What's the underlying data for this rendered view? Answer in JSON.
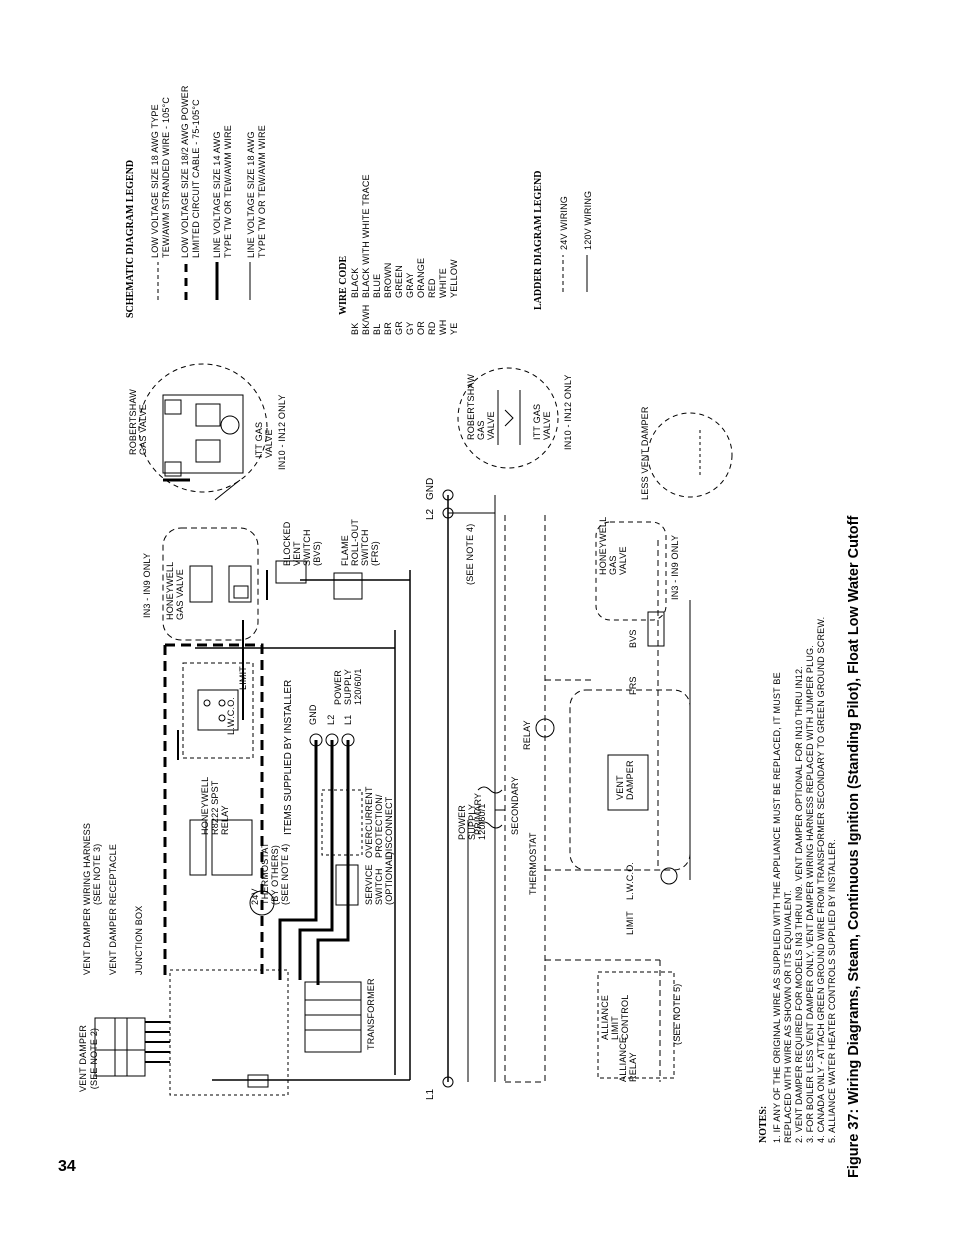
{
  "page": {
    "number": "34"
  },
  "figure": {
    "caption": "Figure 37: Wiring Diagrams, Steam, Continuous Ignition (Standing Pilot), Float Low Water Cutoff"
  },
  "schematic_legend": {
    "title": "SCHEMATIC DIAGRAM LEGEND",
    "items": [
      {
        "l1": "LOW VOLTAGE SIZE 18 AWG TYPE",
        "l2": "TEW/AWM STRANDED WIRE - 105°C"
      },
      {
        "l1": "LOW VOLTAGE SIZE 18/2 AWG POWER",
        "l2": "LIMITED CIRCUIT CABLE - 75-105°C"
      },
      {
        "l1": "LINE VOLTAGE SIZE 14 AWG",
        "l2": "TYPE TW OR TEW/AWM WIRE"
      },
      {
        "l1": "LINE VOLTAGE SIZE 18 AWG",
        "l2": "TYPE TW OR TEW/AWM WIRE"
      }
    ]
  },
  "wire_code": {
    "title": "WIRE CODE",
    "codes": [
      "BK",
      "BK/WH",
      "BL",
      "BR",
      "GR",
      "GY",
      "OR",
      "RD",
      "WH",
      "YE"
    ],
    "colors": [
      "BLACK",
      "BLACK WITH WHITE TRACE",
      "BLUE",
      "BROWN",
      "GREEN",
      "GRAY",
      "ORANGE",
      "RED",
      "WHITE",
      "YELLOW"
    ]
  },
  "ladder_legend": {
    "title": "LADDER DIAGRAM LEGEND",
    "items": [
      "24V WIRING",
      "120V WIRING"
    ]
  },
  "schematic": {
    "vent_damper": "VENT DAMPER",
    "see_note_2": "(SEE NOTE 2)",
    "harness": "VENT DAMPER WIRING HARNESS",
    "harness_note": "(SEE NOTE 3)",
    "receptacle": "VENT DAMPER RECEPTACLE",
    "junction_box": "JUNCTION BOX",
    "transformer": "TRANSFORMER",
    "relay": "HONEYWELL R8222 SPST RELAY",
    "thermostat": "24V THERMOSTAT (BY OTHERS)",
    "lwco": "L.W.C.O.",
    "limit": "LIMIT",
    "items_by_installer": "ITEMS SUPPLIED BY INSTALLER",
    "gnd": "GND",
    "l2": "L2",
    "l1": "L1",
    "power_supply": "POWER SUPPLY 120/60/1",
    "service_switch": "SERVICE SWITCH (OPTIONAL)",
    "overcurrent": "OVERCURRENT PROTECTION/ DISCONNECT",
    "honeywell_valve": "HONEYWELL GAS VALVE",
    "in3_in9": "IN3 - IN9 ONLY",
    "bvs": "BLOCKED VENT SWITCH (BVS)",
    "frs": "FLAME ROLL-OUT SWITCH (FRS)",
    "robertshaw": "ROBERTSHAW GAS VALVE",
    "itt": "ITT GAS VALVE",
    "in10_in12": "IN10 - IN12 ONLY",
    "see_note_4": "(SEE NOTE 4)"
  },
  "ladder": {
    "l1": "L1",
    "l2": "L2",
    "gnd": "GND",
    "power_supply": "POWER SUPPLY 120/60/1",
    "primary": "PRIMARY",
    "secondary": "SECONDARY",
    "thermostat": "THERMOSTAT",
    "relay": "RELAY",
    "limit": "LIMIT",
    "lwco": "L.W.C.O.",
    "vent_damper": "VENT DAMPER",
    "frs": "FRS",
    "bvs": "BVS",
    "alliance_relay": "ALLIANCE RELAY",
    "alliance_limit": "ALLIANCE LIMIT CONTROL",
    "see_note_5": "(SEE NOTE 5)",
    "honeywell_valve": "HONEYWELL GAS VALVE",
    "in3_in9": "IN3 - IN9 ONLY",
    "less_vent_damper": "LESS VENT DAMPER",
    "robertshaw": "ROBERTSHAW GAS VALVE",
    "itt": "ITT GAS VALVE",
    "in10_in12": "IN10 - IN12 ONLY",
    "see_note_4": "(SEE NOTE 4)"
  },
  "notes": {
    "title": "NOTES:",
    "items": [
      "1. IF ANY OF THE ORIGINAL WIRE AS SUPPLIED WITH THE APPLIANCE MUST BE REPLACED, IT MUST BE",
      "REPLACED WITH WIRE AS SHOWN OR ITS EQUIVALENT.",
      "2. VENT DAMPER REQUIRED FOR MODELS IN3 THRU IN9. VENT DAMPER OPTIONAL FOR IN10 THRU IN12.",
      "3. FOR BOILER LESS VENT DAMPER ONLY, VENT DAMPER WIRING HARNESS REPLACED WITH JUMPER PLUG.",
      "4. CANADA ONLY - ATTACH GREEN GROUND WIRE FROM TRANSFORMER SECONDARY TO GREEN GROUND SCREW.",
      "5. ALLIANCE WATER HEATER CONTROLS SUPPLIED BY INSTALLER."
    ]
  }
}
